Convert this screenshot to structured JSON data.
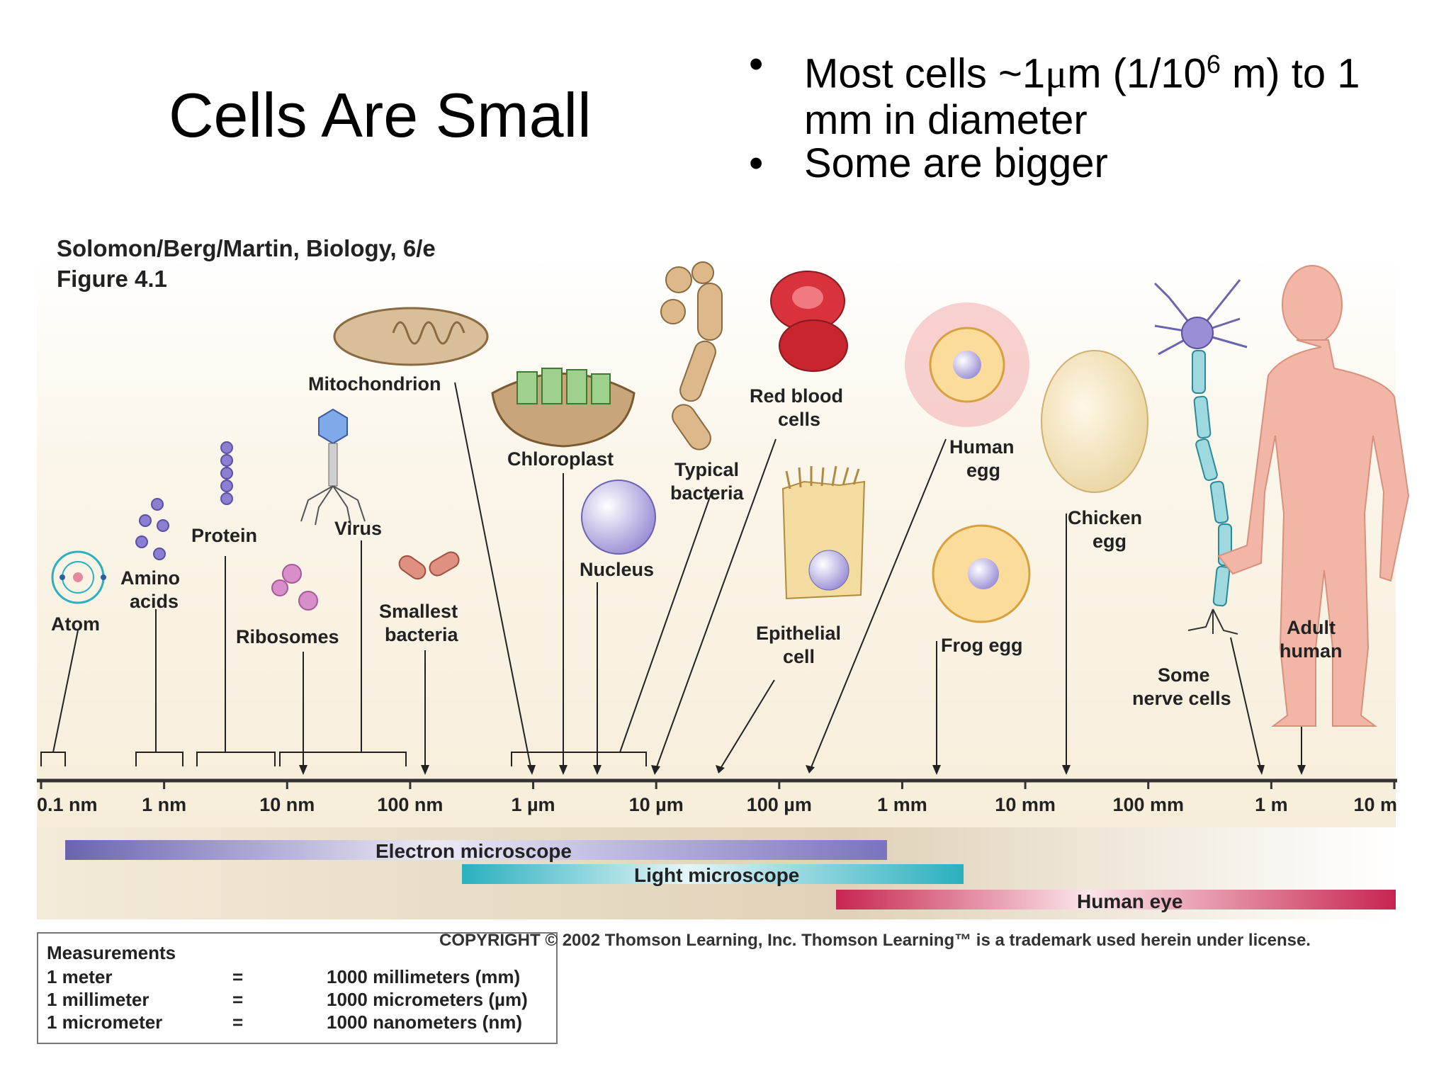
{
  "slide": {
    "title": "Cells Are Small",
    "bullets": [
      {
        "marker": "•",
        "pre": "Most cells ~1",
        "mu": "μ",
        "mid": "m (1/10",
        "sup": "6",
        "post": " m) to 1 mm in diameter"
      },
      {
        "marker": "•",
        "text": "Some are bigger"
      }
    ]
  },
  "figure": {
    "source_line1": "Solomon/Berg/Martin, Biology, 6/e",
    "source_line2": "Figure 4.1",
    "scale_ticks": [
      "0.1 nm",
      "1 nm",
      "10 nm",
      "100 nm",
      "1 µm",
      "10 µm",
      "100 µm",
      "1 mm",
      "10 mm",
      "100 mm",
      "1 m",
      "10 m"
    ],
    "items": {
      "atom": [
        "Atom"
      ],
      "amino_acids": [
        "Amino",
        "acids"
      ],
      "protein": [
        "Protein"
      ],
      "ribosomes": [
        "Ribosomes"
      ],
      "virus": [
        "Virus"
      ],
      "mitochondrion": [
        "Mitochondrion"
      ],
      "smallest_bacteria": [
        "Smallest",
        "bacteria"
      ],
      "chloroplast": [
        "Chloroplast"
      ],
      "nucleus": [
        "Nucleus"
      ],
      "typical_bacteria": [
        "Typical",
        "bacteria"
      ],
      "red_blood_cells": [
        "Red blood",
        "cells"
      ],
      "epithelial_cell": [
        "Epithelial",
        "cell"
      ],
      "human_egg": [
        "Human",
        "egg"
      ],
      "frog_egg": [
        "Frog egg"
      ],
      "chicken_egg": [
        "Chicken",
        "egg"
      ],
      "nerve_cells": [
        "Some",
        "nerve cells"
      ],
      "adult_human": [
        "Adult",
        "human"
      ]
    },
    "ranges": {
      "electron": "Electron microscope",
      "light": "Light microscope",
      "eye": "Human eye"
    },
    "colors": {
      "electron": "#6a64b0",
      "light": "#2ab0bf",
      "eye": "#c8254f",
      "skin": "#f2b6a6"
    }
  },
  "measurements": {
    "title": "Measurements",
    "rows": [
      {
        "unit": "1 meter",
        "eq": "=",
        "value": "1000 millimeters (mm)"
      },
      {
        "unit": "1 millimeter",
        "eq": "=",
        "value": "1000 micrometers (µm)"
      },
      {
        "unit": "1 micrometer",
        "eq": "=",
        "value": "1000 nanometers (nm)"
      }
    ]
  },
  "copyright": "COPYRIGHT © 2002 Thomson Learning, Inc. Thomson Learning™ is a trademark used herein under license."
}
